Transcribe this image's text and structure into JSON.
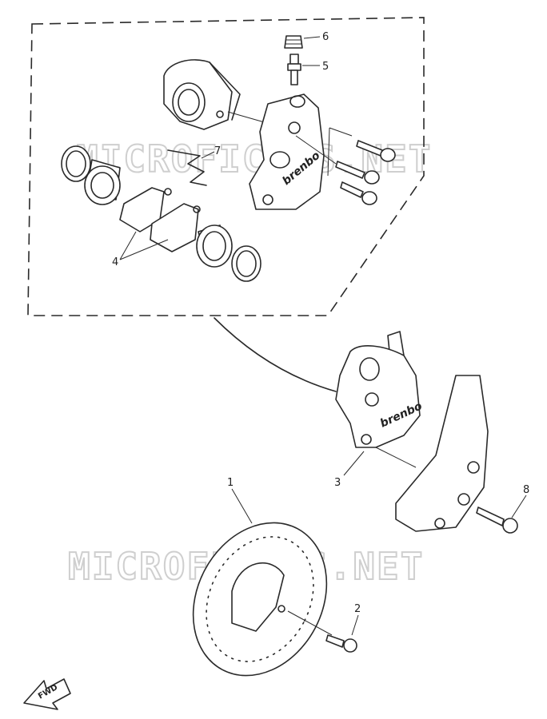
{
  "watermark": "MICROFICHES.NET",
  "callouts": {
    "p1": "1",
    "p2": "2",
    "p3": "3",
    "p4": "4",
    "p5": "5",
    "p6": "6",
    "p7": "7",
    "p8": "8"
  },
  "brand_text": "brenbo",
  "fwd_label": "FWD"
}
